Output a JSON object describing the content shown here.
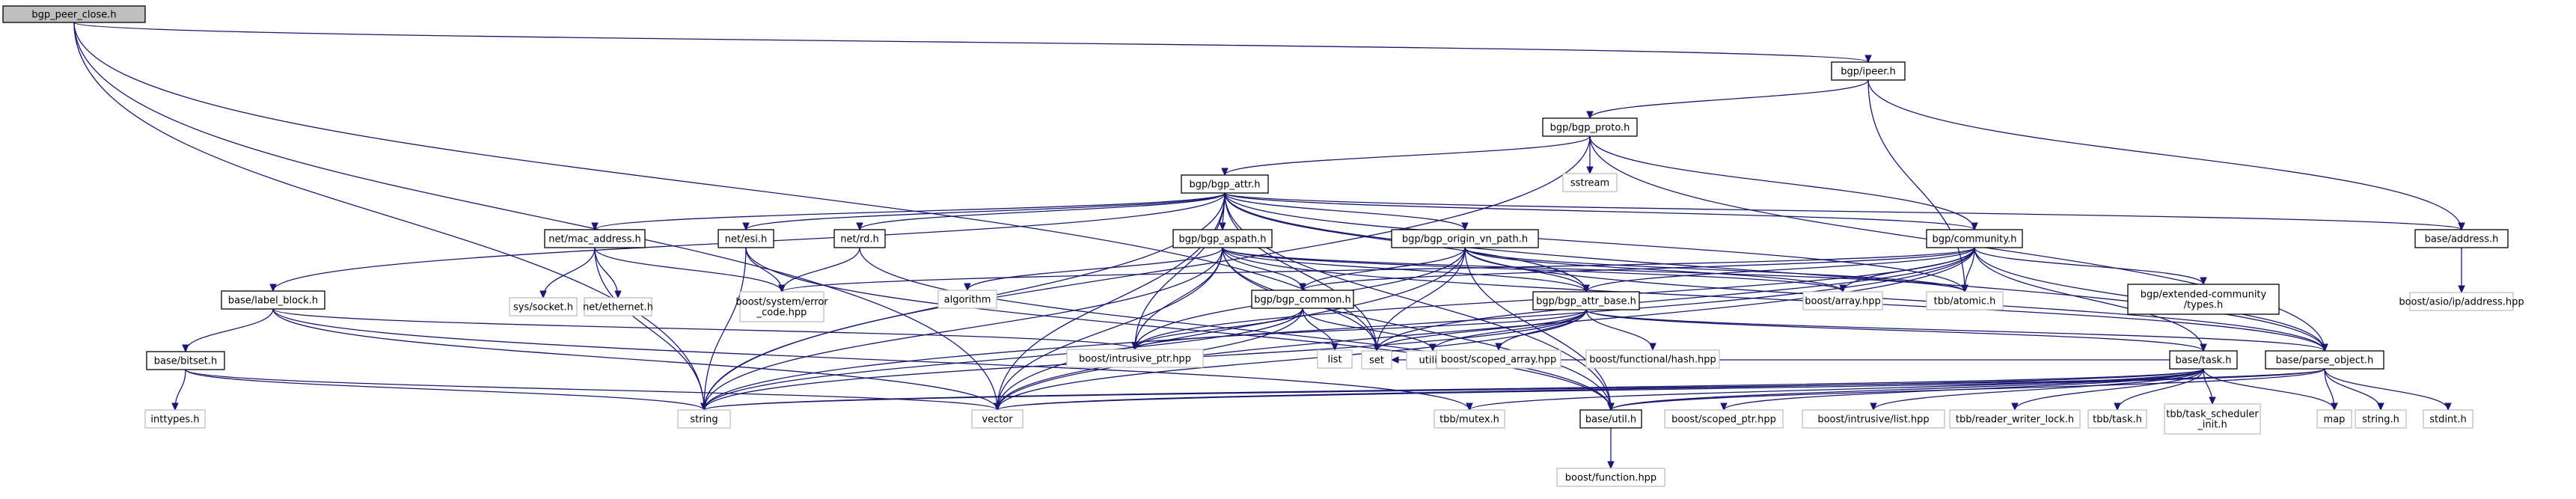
{
  "diagram": {
    "type": "include-dependency-graph",
    "colors": {
      "edge": "#191970",
      "root_fill": "#bfbfbf",
      "external_border": "#bfbfbf",
      "node_border": "#000000",
      "background": "#ffffff"
    },
    "nodes": [
      {
        "id": "root",
        "lines": [
          "bgp_peer_close.h"
        ],
        "kind": "root"
      },
      {
        "id": "ipeer",
        "lines": [
          "bgp/ipeer.h"
        ],
        "kind": "file"
      },
      {
        "id": "bgp_proto",
        "lines": [
          "bgp/bgp_proto.h"
        ],
        "kind": "file"
      },
      {
        "id": "sstream",
        "lines": [
          "sstream"
        ],
        "kind": "ext"
      },
      {
        "id": "bgp_attr",
        "lines": [
          "bgp/bgp_attr.h"
        ],
        "kind": "file"
      },
      {
        "id": "net_mac",
        "lines": [
          "net/mac_address.h"
        ],
        "kind": "file"
      },
      {
        "id": "net_esi",
        "lines": [
          "net/esi.h"
        ],
        "kind": "file"
      },
      {
        "id": "net_rd",
        "lines": [
          "net/rd.h"
        ],
        "kind": "file"
      },
      {
        "id": "bgp_aspath",
        "lines": [
          "bgp/bgp_aspath.h"
        ],
        "kind": "file"
      },
      {
        "id": "bgp_origin",
        "lines": [
          "bgp/bgp_origin_vn_path.h"
        ],
        "kind": "file"
      },
      {
        "id": "bgp_community",
        "lines": [
          "bgp/community.h"
        ],
        "kind": "file"
      },
      {
        "id": "base_address",
        "lines": [
          "base/address.h"
        ],
        "kind": "file"
      },
      {
        "id": "asio_addr",
        "lines": [
          "boost/asio/ip/address.hpp"
        ],
        "kind": "ext"
      },
      {
        "id": "sys_socket",
        "lines": [
          "sys/socket.h"
        ],
        "kind": "ext"
      },
      {
        "id": "net_ethernet",
        "lines": [
          "net/ethernet.h"
        ],
        "kind": "ext"
      },
      {
        "id": "boost_syserr",
        "lines": [
          "boost/system/error",
          "_code.hpp"
        ],
        "kind": "ext"
      },
      {
        "id": "label_block",
        "lines": [
          "base/label_block.h"
        ],
        "kind": "file"
      },
      {
        "id": "base_bitset",
        "lines": [
          "base/bitset.h"
        ],
        "kind": "file"
      },
      {
        "id": "inttypes",
        "lines": [
          "inttypes.h"
        ],
        "kind": "ext"
      },
      {
        "id": "algorithm",
        "lines": [
          "algorithm"
        ],
        "kind": "ext"
      },
      {
        "id": "bgp_common",
        "lines": [
          "bgp/bgp_common.h"
        ],
        "kind": "file"
      },
      {
        "id": "bgp_attr_base",
        "lines": [
          "bgp/bgp_attr_base.h"
        ],
        "kind": "file"
      },
      {
        "id": "boost_array",
        "lines": [
          "boost/array.hpp"
        ],
        "kind": "ext"
      },
      {
        "id": "tbb_atomic",
        "lines": [
          "tbb/atomic.h"
        ],
        "kind": "ext"
      },
      {
        "id": "ext_comm",
        "lines": [
          "bgp/extended-community",
          "/types.h"
        ],
        "kind": "file"
      },
      {
        "id": "boost_intrusive_ptr",
        "lines": [
          "boost/intrusive_ptr.hpp"
        ],
        "kind": "ext"
      },
      {
        "id": "list",
        "lines": [
          "list"
        ],
        "kind": "ext"
      },
      {
        "id": "set",
        "lines": [
          "set"
        ],
        "kind": "ext"
      },
      {
        "id": "utility",
        "lines": [
          "utility"
        ],
        "kind": "ext"
      },
      {
        "id": "boost_scoped_array",
        "lines": [
          "boost/scoped_array.hpp"
        ],
        "kind": "ext"
      },
      {
        "id": "boost_func_hash",
        "lines": [
          "boost/functional/hash.hpp"
        ],
        "kind": "ext"
      },
      {
        "id": "base_task",
        "lines": [
          "base/task.h"
        ],
        "kind": "file"
      },
      {
        "id": "base_parse_object",
        "lines": [
          "base/parse_object.h"
        ],
        "kind": "file"
      },
      {
        "id": "string",
        "lines": [
          "string"
        ],
        "kind": "ext"
      },
      {
        "id": "vector",
        "lines": [
          "vector"
        ],
        "kind": "ext"
      },
      {
        "id": "tbb_mutex",
        "lines": [
          "tbb/mutex.h"
        ],
        "kind": "ext"
      },
      {
        "id": "base_util",
        "lines": [
          "base/util.h"
        ],
        "kind": "file"
      },
      {
        "id": "boost_scoped_ptr",
        "lines": [
          "boost/scoped_ptr.hpp"
        ],
        "kind": "ext"
      },
      {
        "id": "boost_intrusive_list",
        "lines": [
          "boost/intrusive/list.hpp"
        ],
        "kind": "ext"
      },
      {
        "id": "tbb_rwlock",
        "lines": [
          "tbb/reader_writer_lock.h"
        ],
        "kind": "ext"
      },
      {
        "id": "tbb_task",
        "lines": [
          "tbb/task.h"
        ],
        "kind": "ext"
      },
      {
        "id": "tbb_sched",
        "lines": [
          "tbb/task_scheduler",
          "_init.h"
        ],
        "kind": "ext"
      },
      {
        "id": "map",
        "lines": [
          "map"
        ],
        "kind": "ext"
      },
      {
        "id": "string_h",
        "lines": [
          "string.h"
        ],
        "kind": "ext"
      },
      {
        "id": "stdint",
        "lines": [
          "stdint.h"
        ],
        "kind": "ext"
      },
      {
        "id": "boost_function",
        "lines": [
          "boost/function.hpp"
        ],
        "kind": "ext"
      }
    ],
    "edges": [
      [
        "root",
        "ipeer"
      ],
      [
        "root",
        "string"
      ],
      [
        "root",
        "vector"
      ],
      [
        "root",
        "set"
      ],
      [
        "ipeer",
        "bgp_proto"
      ],
      [
        "ipeer",
        "base_address"
      ],
      [
        "ipeer",
        "tbb_atomic"
      ],
      [
        "bgp_proto",
        "sstream"
      ],
      [
        "bgp_proto",
        "bgp_attr"
      ],
      [
        "bgp_proto",
        "bgp_community"
      ],
      [
        "bgp_proto",
        "base_parse_object"
      ],
      [
        "bgp_proto",
        "string"
      ],
      [
        "bgp_attr",
        "net_mac"
      ],
      [
        "bgp_attr",
        "net_esi"
      ],
      [
        "bgp_attr",
        "net_rd"
      ],
      [
        "bgp_attr",
        "bgp_aspath"
      ],
      [
        "bgp_attr",
        "bgp_origin"
      ],
      [
        "bgp_attr",
        "bgp_community"
      ],
      [
        "bgp_attr",
        "base_address"
      ],
      [
        "bgp_attr",
        "label_block"
      ],
      [
        "bgp_attr",
        "bgp_attr_base"
      ],
      [
        "bgp_attr",
        "tbb_atomic"
      ],
      [
        "bgp_attr",
        "base_parse_object"
      ],
      [
        "bgp_attr",
        "boost_intrusive_ptr"
      ],
      [
        "bgp_attr",
        "set"
      ],
      [
        "bgp_attr",
        "string"
      ],
      [
        "bgp_attr",
        "vector"
      ],
      [
        "bgp_attr",
        "base_util"
      ],
      [
        "net_mac",
        "sys_socket"
      ],
      [
        "net_mac",
        "net_ethernet"
      ],
      [
        "net_mac",
        "boost_syserr"
      ],
      [
        "net_mac",
        "string"
      ],
      [
        "net_esi",
        "boost_syserr"
      ],
      [
        "net_esi",
        "string"
      ],
      [
        "net_esi",
        "base_util"
      ],
      [
        "net_rd",
        "boost_syserr"
      ],
      [
        "net_rd",
        "base_util"
      ],
      [
        "label_block",
        "base_bitset"
      ],
      [
        "label_block",
        "boost_intrusive_ptr"
      ],
      [
        "label_block",
        "tbb_mutex"
      ],
      [
        "label_block",
        "vector"
      ],
      [
        "base_bitset",
        "inttypes"
      ],
      [
        "base_bitset",
        "string"
      ],
      [
        "base_bitset",
        "vector"
      ],
      [
        "bgp_aspath",
        "algorithm"
      ],
      [
        "bgp_aspath",
        "bgp_common"
      ],
      [
        "bgp_aspath",
        "bgp_attr_base"
      ],
      [
        "bgp_aspath",
        "boost_array"
      ],
      [
        "bgp_aspath",
        "tbb_atomic"
      ],
      [
        "bgp_aspath",
        "boost_intrusive_ptr"
      ],
      [
        "bgp_aspath",
        "set"
      ],
      [
        "bgp_aspath",
        "string"
      ],
      [
        "bgp_aspath",
        "vector"
      ],
      [
        "bgp_aspath",
        "base_parse_object"
      ],
      [
        "bgp_aspath",
        "base_util"
      ],
      [
        "bgp_origin",
        "bgp_common"
      ],
      [
        "bgp_origin",
        "bgp_attr_base"
      ],
      [
        "bgp_origin",
        "boost_array"
      ],
      [
        "bgp_origin",
        "tbb_atomic"
      ],
      [
        "bgp_origin",
        "boost_intrusive_ptr"
      ],
      [
        "bgp_origin",
        "set"
      ],
      [
        "bgp_origin",
        "vector"
      ],
      [
        "bgp_origin",
        "base_util"
      ],
      [
        "bgp_origin",
        "base_parse_object"
      ],
      [
        "bgp_community",
        "bgp_common"
      ],
      [
        "bgp_community",
        "bgp_attr_base"
      ],
      [
        "bgp_community",
        "ext_comm"
      ],
      [
        "bgp_community",
        "boost_array"
      ],
      [
        "bgp_community",
        "tbb_atomic"
      ],
      [
        "bgp_community",
        "boost_intrusive_ptr"
      ],
      [
        "bgp_community",
        "set"
      ],
      [
        "bgp_community",
        "string"
      ],
      [
        "bgp_community",
        "vector"
      ],
      [
        "bgp_community",
        "base_task"
      ],
      [
        "bgp_community",
        "base_parse_object"
      ],
      [
        "bgp_community",
        "boost_syserr"
      ],
      [
        "bgp_common",
        "boost_intrusive_ptr"
      ],
      [
        "bgp_common",
        "list"
      ],
      [
        "bgp_common",
        "utility"
      ],
      [
        "bgp_common",
        "string"
      ],
      [
        "bgp_common",
        "vector"
      ],
      [
        "bgp_attr_base",
        "boost_scoped_array"
      ],
      [
        "bgp_attr_base",
        "boost_func_hash"
      ],
      [
        "bgp_attr_base",
        "base_parse_object"
      ],
      [
        "bgp_attr_base",
        "base_task"
      ],
      [
        "bgp_attr_base",
        "set"
      ],
      [
        "bgp_attr_base",
        "utility"
      ],
      [
        "bgp_attr_base",
        "string"
      ],
      [
        "bgp_attr_base",
        "vector"
      ],
      [
        "bgp_attr_base",
        "boost_intrusive_ptr"
      ],
      [
        "base_task",
        "boost_scoped_ptr"
      ],
      [
        "base_task",
        "boost_intrusive_list"
      ],
      [
        "base_task",
        "tbb_rwlock"
      ],
      [
        "base_task",
        "tbb_task"
      ],
      [
        "base_task",
        "tbb_sched"
      ],
      [
        "base_task",
        "map"
      ],
      [
        "base_task",
        "set"
      ],
      [
        "base_task",
        "string"
      ],
      [
        "base_task",
        "vector"
      ],
      [
        "base_task",
        "tbb_mutex"
      ],
      [
        "base_task",
        "base_util"
      ],
      [
        "base_parse_object",
        "map"
      ],
      [
        "base_parse_object",
        "string_h"
      ],
      [
        "base_parse_object",
        "stdint"
      ],
      [
        "base_parse_object",
        "string"
      ],
      [
        "base_parse_object",
        "vector"
      ],
      [
        "base_parse_object",
        "base_util"
      ],
      [
        "base_address",
        "asio_addr"
      ],
      [
        "base_util",
        "boost_function"
      ]
    ]
  }
}
